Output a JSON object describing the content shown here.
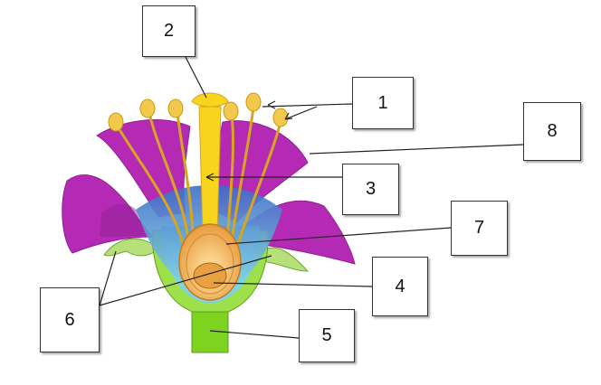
{
  "labels": [
    {
      "id": "1",
      "text": "1"
    },
    {
      "id": "2",
      "text": "2"
    },
    {
      "id": "3",
      "text": "3"
    },
    {
      "id": "4",
      "text": "4"
    },
    {
      "id": "5",
      "text": "5"
    },
    {
      "id": "6",
      "text": "6"
    },
    {
      "id": "7",
      "text": "7"
    },
    {
      "id": "8",
      "text": "8"
    }
  ],
  "colors": {
    "petal": "#b52ab5",
    "petal_dark": "#8e1f96",
    "sepal": "#b8e07a",
    "receptacle": "#9ee04a",
    "stalk": "#7ed321",
    "inner_blue": "#5b8fd6",
    "inner_teal": "#7fd3e0",
    "stamen": "#f2c94c",
    "pistil": "#f7d51d",
    "ovary": "#f4b860",
    "ovule": "#e8a040",
    "line": "#222222"
  }
}
